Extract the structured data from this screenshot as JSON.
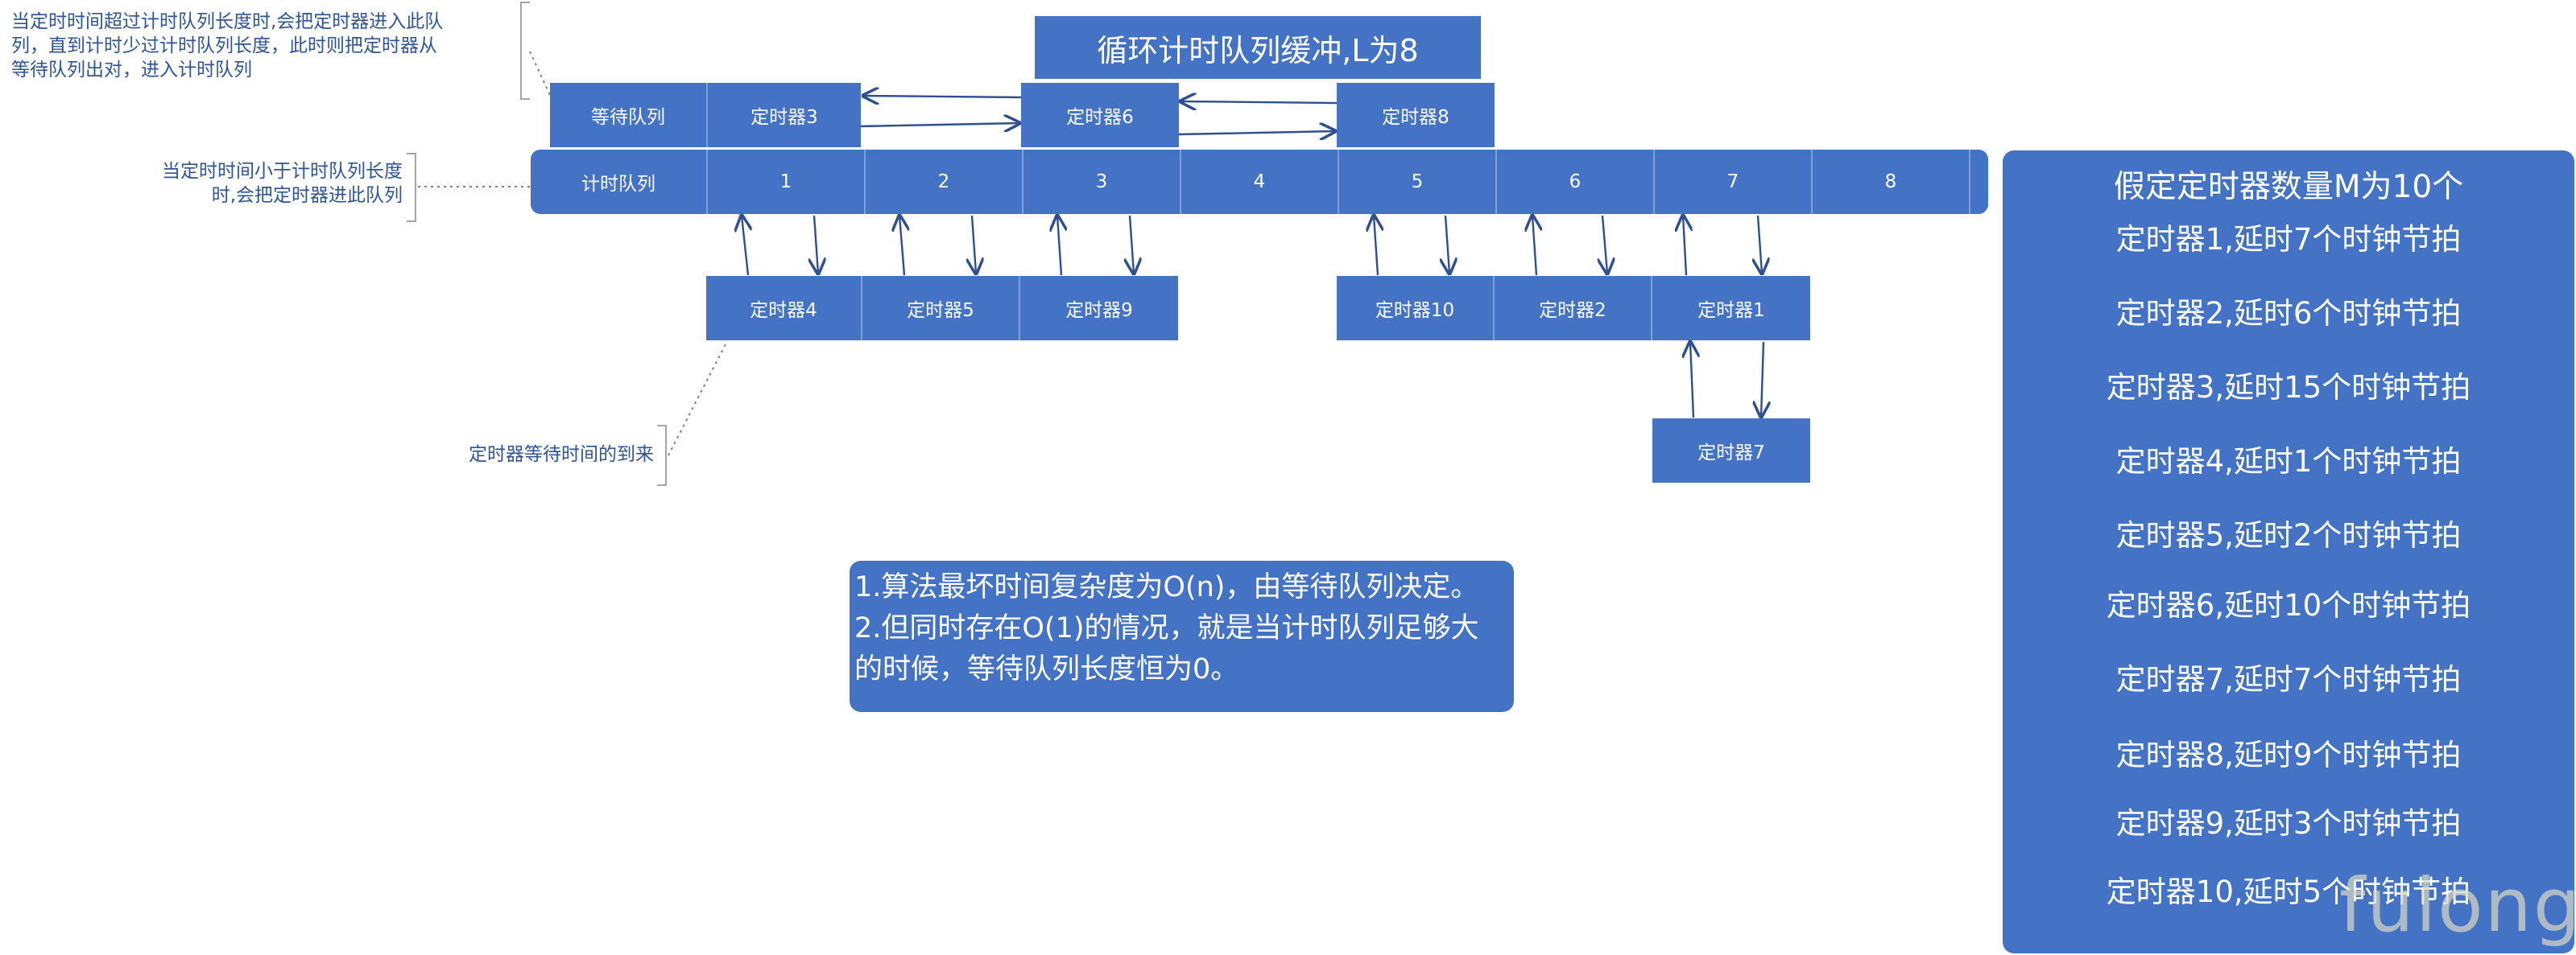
{
  "title": "循环计时队列缓冲,L为8",
  "wait_queue": {
    "label": "等待队列",
    "items": [
      "定时器3",
      "定时器6",
      "定时器8"
    ]
  },
  "timer_queue": {
    "label": "计时队列",
    "slots": [
      "1",
      "2",
      "3",
      "4",
      "5",
      "6",
      "7",
      "8"
    ]
  },
  "slot_lists": [
    {
      "slot": "1",
      "items": [
        "定时器4"
      ]
    },
    {
      "slot": "2",
      "items": [
        "定时器5"
      ]
    },
    {
      "slot": "3",
      "items": [
        "定时器9"
      ]
    },
    {
      "slot": "5",
      "items": [
        "定时器10"
      ]
    },
    {
      "slot": "6",
      "items": [
        "定时器2"
      ]
    },
    {
      "slot": "7",
      "items": [
        "定时器1",
        "定时器7"
      ]
    }
  ],
  "annotations": {
    "wait_note": [
      "当定时时间超过计时队列长度时,会把定时器进入此队",
      "列，直到计时少过计时队列长度，此时则把定时器从",
      "等待队列出对，进入计时队列"
    ],
    "timer_note": [
      "当定时时间小于计时队列长度",
      "时,会把定时器进此队列"
    ],
    "arrival_note": "定时器等待时间的到来"
  },
  "complexity_note": [
    "1.算法最坏时间复杂度为O(n)，由等待队列决定。",
    "2.但同时存在O(1)的情况，就是当计时队列足够大",
    "的时候，等待队列长度恒为0。"
  ],
  "assumptions": {
    "heading": "假定定时器数量M为10个",
    "lines": [
      "定时器1,延时7个时钟节拍",
      "定时器2,延时6个时钟节拍",
      "定时器3,延时15个时钟节拍",
      "定时器4,延时1个时钟节拍",
      "定时器5,延时2个时钟节拍",
      "定时器6,延时10个时钟节拍",
      "定时器7,延时7个时钟节拍",
      "定时器8,延时9个时钟节拍",
      "定时器9,延时3个时钟节拍",
      "定时器10,延时5个时钟节拍"
    ]
  },
  "watermark": "fulong",
  "colors": {
    "box": "#4472c4",
    "note_text": "#2f5597",
    "arrow": "#2f4f8f"
  }
}
